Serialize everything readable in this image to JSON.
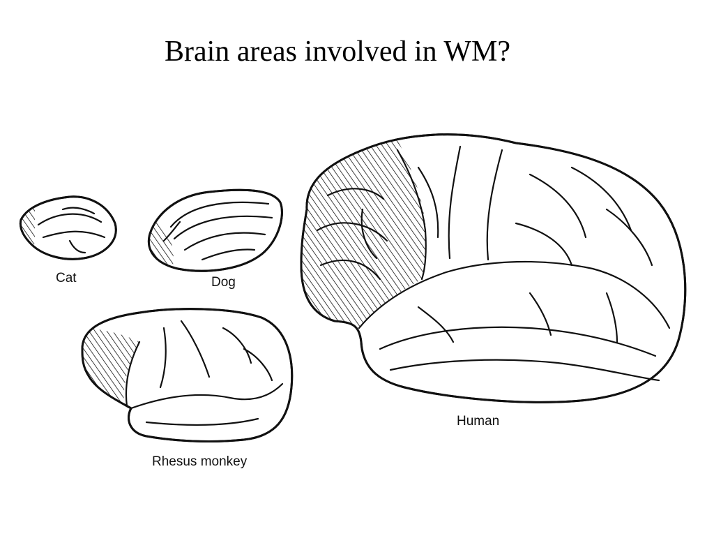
{
  "slide": {
    "title": "Brain areas involved in WM?"
  },
  "figure": {
    "labels": {
      "cat": "Cat",
      "dog": "Dog",
      "rhesus": "Rhesus monkey",
      "human": "Human"
    },
    "hatch_color": "#111111"
  }
}
